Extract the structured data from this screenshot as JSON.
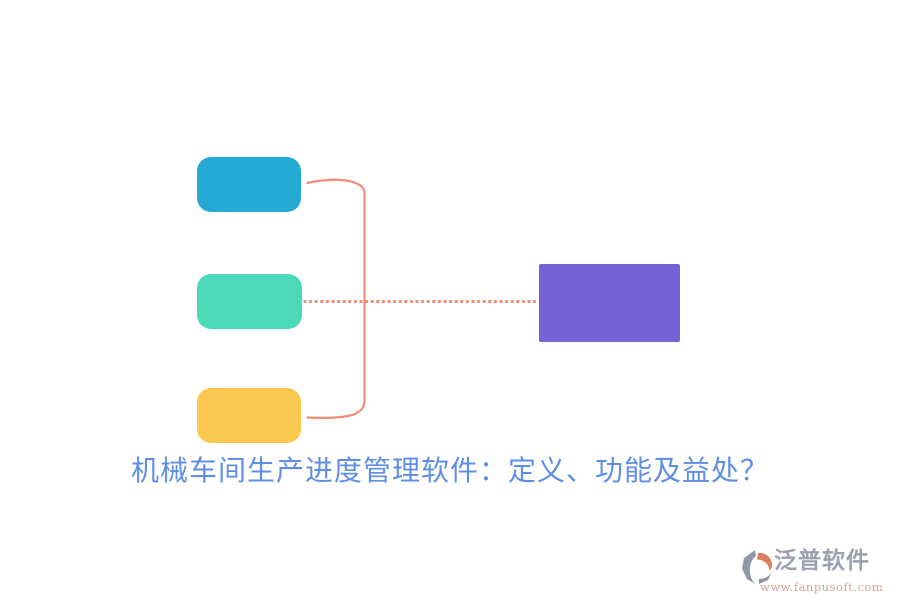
{
  "title": {
    "text": "机械车间生产进度管理软件：定义、功能及益处？",
    "color": "#5E8EE6"
  },
  "diagram": {
    "branch_nodes": [
      {
        "id": "top",
        "color": "#25A9D5"
      },
      {
        "id": "middle",
        "color": "#4BD9BA"
      },
      {
        "id": "bottom",
        "color": "#FBC84F"
      }
    ],
    "target_node": {
      "id": "target",
      "color": "#7562D8"
    },
    "connector_color": "#F08C78",
    "dotted_connector_color": "#F0907C"
  },
  "watermark": {
    "brand": "泛普软件",
    "url": "www.fanpusoft.com",
    "brand_color": "#9BA1B0",
    "url_color": "#DFA093",
    "logo_icon": "fanpu-pie-logo-icon",
    "logo_gray": "#8F97A8",
    "logo_orange": "#DB7F63"
  }
}
